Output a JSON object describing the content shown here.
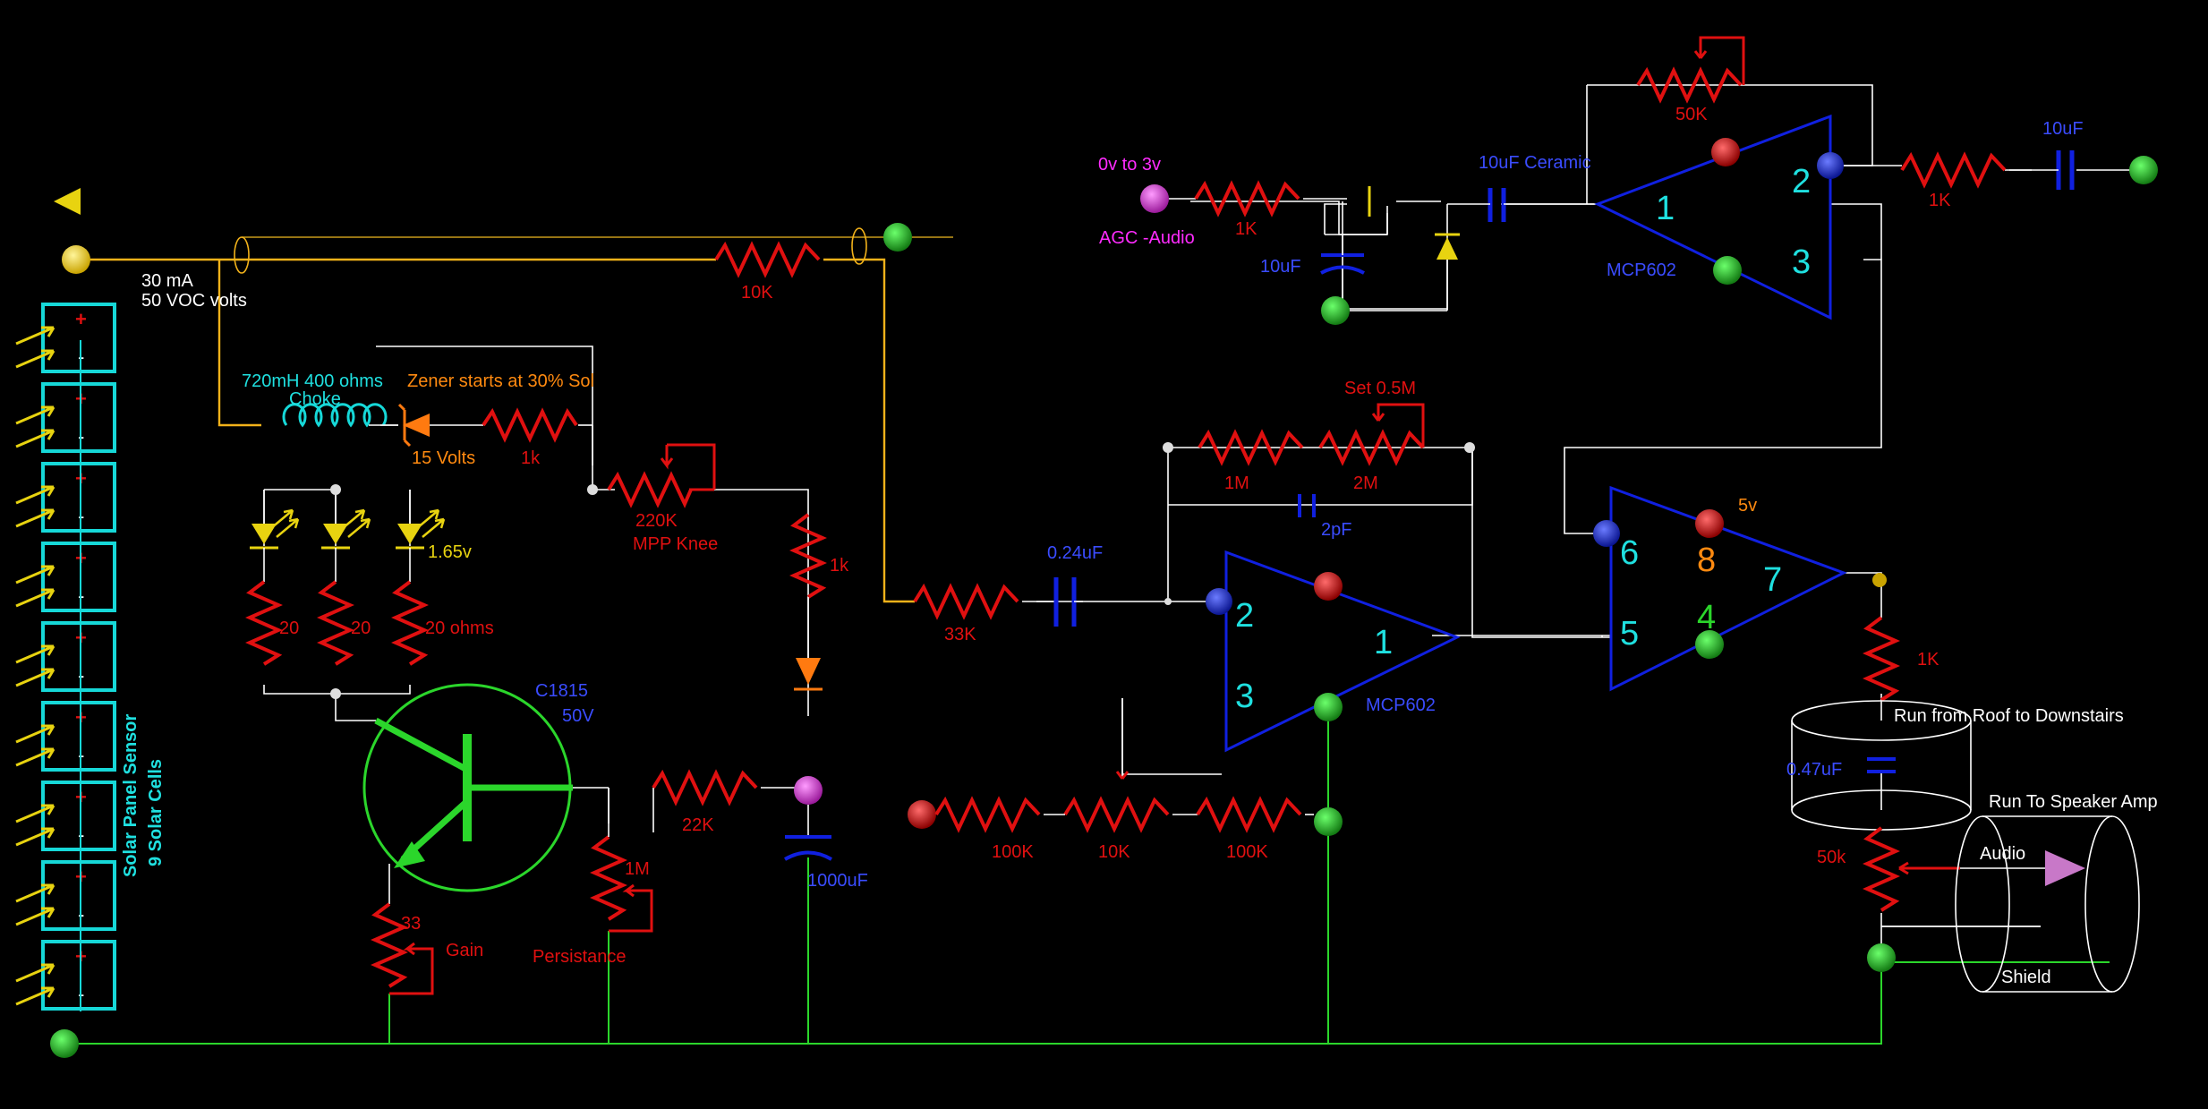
{
  "colors": {
    "background": "#000000",
    "wire": "#ffffff",
    "ground_wire": "#2bd62b",
    "supply_wire": "#f2b21a",
    "resistor": "#e01010",
    "opamp": "#1020e0",
    "cell": "#16d8d8",
    "label_red": "#e01010",
    "label_blue": "#3a4cff",
    "label_cyan": "#1fe0e0",
    "label_white": "#ffffff",
    "label_orange": "#ff8a10",
    "label_magenta": "#ff2bff",
    "label_green": "#2bd62b"
  },
  "solar": {
    "current": "30 mA",
    "voltage": "50 VOC volts",
    "title1": "Solar Panel Sensor",
    "title2": "9 Solar Cells",
    "plus": "+",
    "minus": "-"
  },
  "input_stage": {
    "choke1": "720mH 400 ohms",
    "choke2": "Choke",
    "zener_note": "Zener starts at 30% Sol",
    "zener_voltage": "15 Volts",
    "r_1k_a": "1k",
    "r_10k": "10K",
    "pot_220k": "220K",
    "mpp_knee": "MPP Knee",
    "r_1k_b": "1k",
    "led_voltage": "1.65v",
    "r_20_a": "20",
    "r_20_b": "20",
    "r_20_c": "20 ohms",
    "transistor": "C1815",
    "transistor_v": "50V",
    "r_22k": "22K",
    "cap_1000uf": "1000uF",
    "pot_1m": "1M",
    "persistance": "Persistance",
    "pot_33": "33",
    "gain": "Gain"
  },
  "amp1": {
    "r_33k": "33K",
    "cap_024": "0.24uF",
    "r_1m": "1M",
    "pot_2m": "2M",
    "set_note": "Set 0.5M",
    "cap_2pf": "2pF",
    "pin2": "2",
    "pin3": "3",
    "pin1": "1",
    "name": "MCP602",
    "r_100k_a": "100K",
    "pot_10k": "10K",
    "r_100k_b": "100K"
  },
  "amp2": {
    "pin6": "6",
    "pin8": "8",
    "pin7": "7",
    "pin5": "5",
    "pin4": "4",
    "supply": "5v"
  },
  "output": {
    "r_1k": "1K",
    "run_roof": "Run from Roof to Downstairs",
    "cap_047": "0.47uF",
    "run_speaker": "Run To Speaker  Amp",
    "pot_50k": "50k",
    "audio": "Audio",
    "shield": "Shield"
  },
  "agc": {
    "range": "0v to 3v",
    "label": "AGC -Audio",
    "r_1k_in": "1K",
    "cap_10uf": "10uF",
    "cap_ceramic": "10uF Ceramic",
    "pot_50k": "50K",
    "pin1": "1",
    "pin2": "2",
    "pin3": "3",
    "name": "MCP602",
    "r_1k_out": "1K",
    "cap_out": "10uF"
  }
}
